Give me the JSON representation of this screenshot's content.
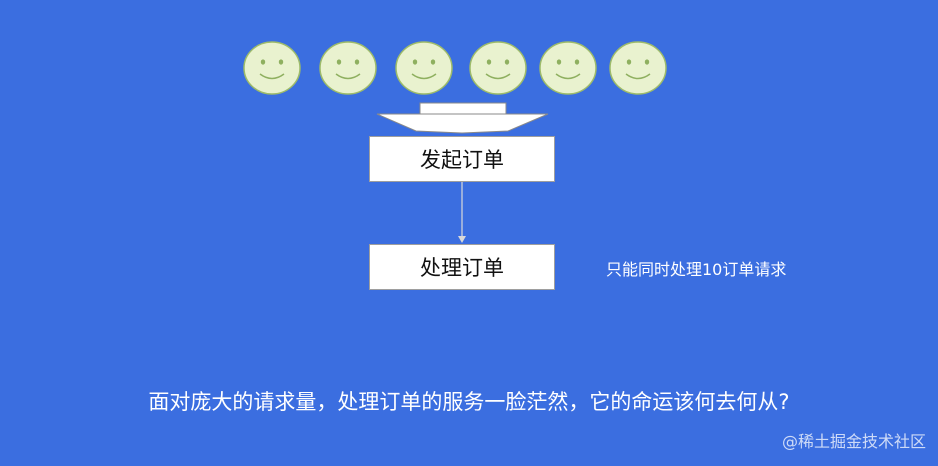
{
  "users": {
    "count": 6,
    "face_color": "#e9f2cf",
    "face_stroke": "#9dbb6a"
  },
  "flow": {
    "step1": "发起订单",
    "step2": "处理订单"
  },
  "limit_note": "只能同时处理10订单请求",
  "caption": "面对庞大的请求量，处理订单的服务一脸茫然，它的命运该何去何从?",
  "watermark": "@稀土掘金技术社区",
  "colors": {
    "background": "#3b6ee0",
    "box": "#ffffff",
    "text_light": "#ffffff"
  }
}
